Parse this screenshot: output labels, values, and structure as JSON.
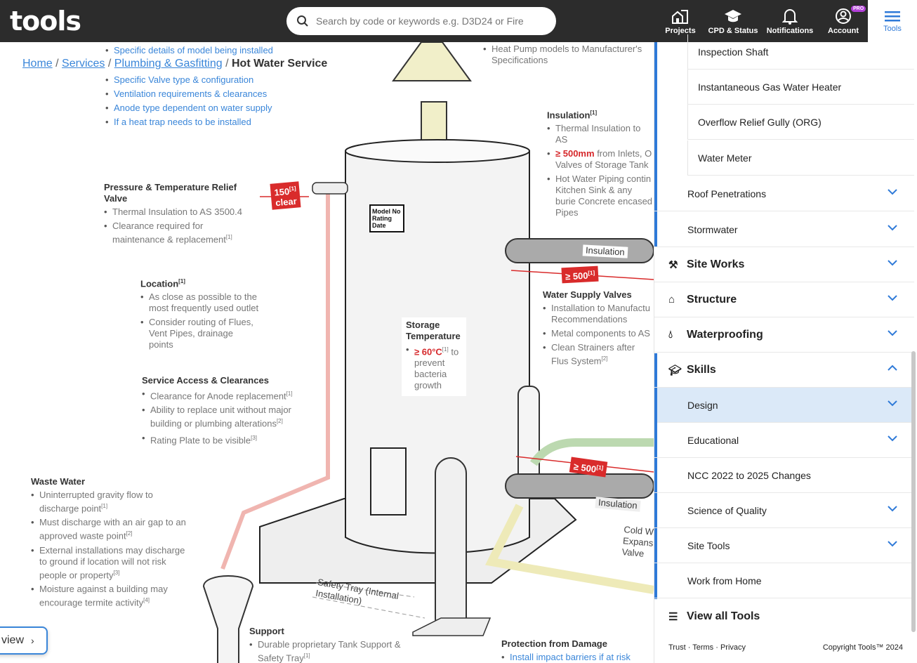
{
  "header": {
    "logo": "tools",
    "search_placeholder": "Search by code or keywords e.g. D3D24 or Fire",
    "nav": [
      {
        "label": "Projects",
        "icon": "building-icon"
      },
      {
        "label": "CPD & Status",
        "icon": "graduation-cap-icon"
      },
      {
        "label": "Notifications",
        "icon": "bell-icon"
      },
      {
        "label": "Account",
        "icon": "user-icon",
        "badge": "PRO"
      }
    ],
    "tools_label": "Tools"
  },
  "breadcrumb": {
    "items": [
      "Home",
      "Services",
      "Plumbing & Gasfitting"
    ],
    "current": "Hot Water Service",
    "sep": "/"
  },
  "diagram": {
    "top_list": [
      "Specific details of model being installed",
      "Specific Valve type & configuration",
      "Ventilation requirements & clearances",
      "Anode type dependent on water supply",
      "If a heat trap needs to be installed"
    ],
    "heat_pump": "Heat Pump models to Manufacturer's Specifications",
    "insulation": {
      "title": "Insulation",
      "ref": "[1]",
      "items": [
        "Thermal Insulation to AS",
        "from Inlets, O Valves of Storage Tank",
        "Hot Water Piping contin Kitchen Sink & any burie Concrete encased Pipes"
      ],
      "highlight": "≥ 500mm"
    },
    "ptrv": {
      "title": "Pressure & Temperature Relief Valve",
      "items": [
        "Thermal Insulation to AS 3500.4",
        "Clearance required for maintenance & replacement"
      ],
      "refs": [
        "",
        "[1]"
      ]
    },
    "clear_tag": {
      "value": "150",
      "ref": "[1]",
      "label": "clear"
    },
    "location": {
      "title": "Location",
      "ref": "[1]",
      "items": [
        "As close as possible to the most frequently used outlet",
        "Consider routing of Flues, Vent Pipes, drainage points"
      ]
    },
    "service": {
      "title": "Service Access & Clearances",
      "items": [
        "Clearance for Anode replacement",
        "Ability to replace unit without major building or plumbing alterations",
        "Rating Plate to be visible"
      ],
      "refs": [
        "[1]",
        "[2]",
        "[3]"
      ]
    },
    "waste": {
      "title": "Waste Water",
      "items": [
        "Uninterrupted gravity flow to discharge point",
        "Must discharge with an air gap to an approved waste point",
        "External installations may discharge to ground if location will not risk people or property",
        "Moisture against a building may encourage termite activity"
      ],
      "refs": [
        "[1]",
        "[2]",
        "[3]",
        "[4]"
      ]
    },
    "water_supply": {
      "title": "Water Supply Valves",
      "items": [
        "Installation to Manufactu Recommendations",
        "Metal components to AS",
        "Clean Strainers after Flus System"
      ],
      "refs": [
        "",
        "",
        "[2]"
      ]
    },
    "storage": {
      "title": "Storage Temperature",
      "highlight": "≥ 60°C",
      "ref": "[1]",
      "text": "to prevent bacteria growth"
    },
    "rating_plate": [
      "Model No",
      "Rating",
      "Date"
    ],
    "insulation_label": "Insulation",
    "tag_500a": "≥ 500",
    "tag_500b": "≥ 500",
    "tag_ref": "[1]",
    "cold_valve": "Cold W Expans Valve",
    "safety_tray": "Safety Tray (Internal Installation)",
    "support": {
      "title": "Support",
      "items": [
        "Durable proprietary Tank Support & Safety Tray"
      ],
      "ref": "[1]"
    },
    "protection": {
      "title": "Protection from Damage",
      "items": [
        "Install impact barriers if at risk"
      ]
    }
  },
  "view_button": "view",
  "panel": {
    "sub_items": [
      "Inspection Shaft",
      "Instantaneous Gas Water Heater",
      "Overflow Relief Gully (ORG)",
      "Water Meter"
    ],
    "l2_items": [
      "Roof Penetrations",
      "Stormwater"
    ],
    "top_items": [
      {
        "label": "Site Works",
        "icon": "crane-icon"
      },
      {
        "label": "Structure",
        "icon": "structure-icon"
      },
      {
        "label": "Waterproofing",
        "icon": "droplet-icon"
      },
      {
        "label": "Skills",
        "icon": "graduation-cap-icon"
      }
    ],
    "skills_items": [
      "Design",
      "Educational",
      "NCC 2022 to 2025 Changes",
      "Science of Quality",
      "Site Tools",
      "Work from Home"
    ],
    "view_all": "View all Tools",
    "footer_links": [
      "Trust",
      "Terms",
      "Privacy"
    ],
    "copyright": "Copyright Tools™ 2024"
  },
  "colors": {
    "accent": "#2f7ad8",
    "header": "#2c2c2c",
    "red": "#d92b2b",
    "selected": "#dbe9f8"
  }
}
